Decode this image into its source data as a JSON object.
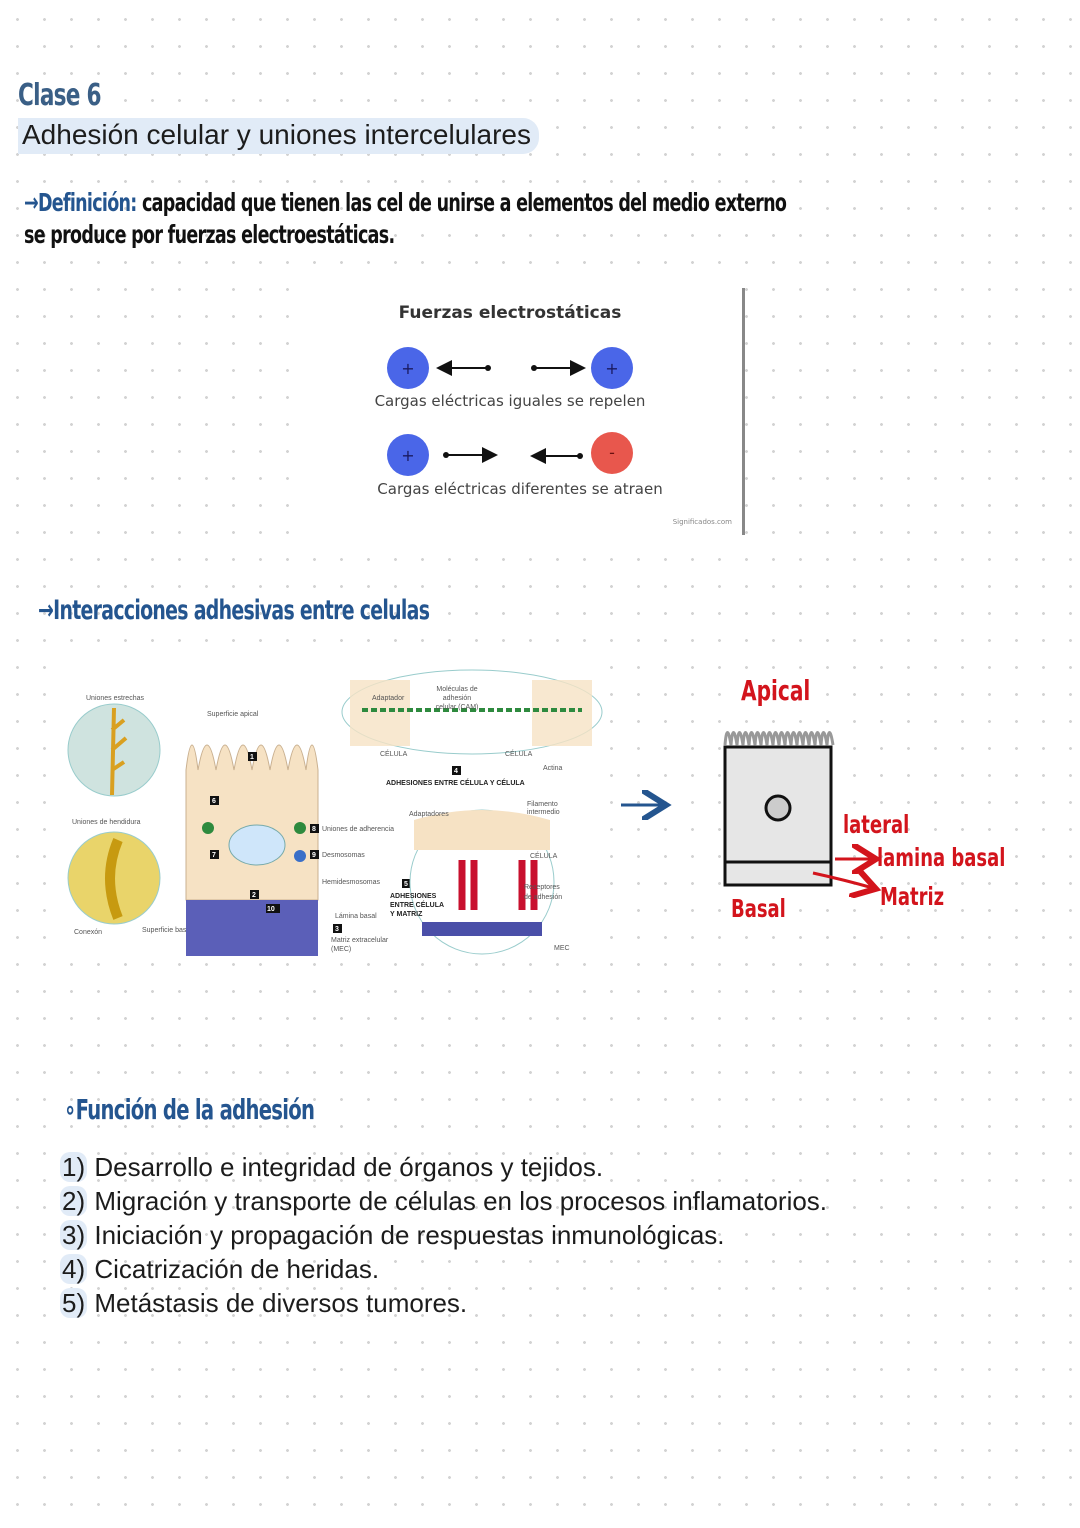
{
  "header": {
    "class_label": "Clase 6",
    "title": "Adhesión celular y uniones intercelulares"
  },
  "definition": {
    "label": "→Definición:",
    "line1": " capacidad que tienen las cel de unirse a elementos del medio externo",
    "line2": "se produce por fuerzas electroestáticas."
  },
  "electrostatic_image": {
    "title": "Fuerzas electrostáticas",
    "plus": "+",
    "minus": "-",
    "caption_equal": "Cargas eléctricas iguales se repelen",
    "caption_different": "Cargas eléctricas diferentes se atraen",
    "watermark": "Significados.com",
    "colors": {
      "positive": "#4a66e8",
      "negative": "#e8574d"
    }
  },
  "interactions": {
    "heading": "→Interacciones adhesivas entre celulas"
  },
  "figure": {
    "labels": {
      "uniones_estrechas": "Uniones estrechas",
      "superficie_apical": "Superficie apical",
      "uniones_hendidura": "Uniones de hendidura",
      "conexon": "Conexón",
      "superficie_basal": "Superficie basal",
      "uniones_adherencia": "Uniones de adherencia",
      "desmosomas": "Desmosomas",
      "hemidesmosomas": "Hemidesmosomas",
      "lamina_basal": "Lámina basal",
      "matriz": "Matriz extracelular",
      "mec_paren": "(MEC)",
      "adaptador": "Adaptador",
      "cam1": "Moléculas de",
      "cam2": "adhesión",
      "cam3": "celular (CAM)",
      "celula": "CÉLULA",
      "actina": "Actina",
      "adh_cc": "ADHESIONES ENTRE CÉLULA Y CÉLULA",
      "adaptadores": "Adaptadores",
      "filamento1": "Filamento",
      "filamento2": "intermedio",
      "receptores1": "Receptores",
      "receptores2": "de adhesión",
      "adh_cm1": "ADHESIONES",
      "adh_cm2": "ENTRE CÉLULA",
      "adh_cm3": "Y MATRIZ",
      "mec": "MEC"
    },
    "numbers": [
      "1",
      "2",
      "3",
      "4",
      "5",
      "6",
      "7",
      "8",
      "9",
      "10"
    ]
  },
  "cell_sketch": {
    "apical": "Apical",
    "lateral": "lateral",
    "lamina_basal": "lamina basal",
    "matriz": "Matriz",
    "basal": "Basal"
  },
  "function": {
    "heading": "∘Función de la adhesión",
    "items": [
      {
        "num": "1)",
        "text": " Desarrollo e integridad de órganos y tejidos."
      },
      {
        "num": "2)",
        "text": " Migración y transporte de células en los procesos inflamatorios."
      },
      {
        "num": "3)",
        "text": " Iniciación y propagación de respuestas inmunológicas."
      },
      {
        "num": "4)",
        "text": " Cicatrización de heridas."
      },
      {
        "num": "5)",
        "text": " Metástasis de diversos tumores."
      }
    ]
  }
}
